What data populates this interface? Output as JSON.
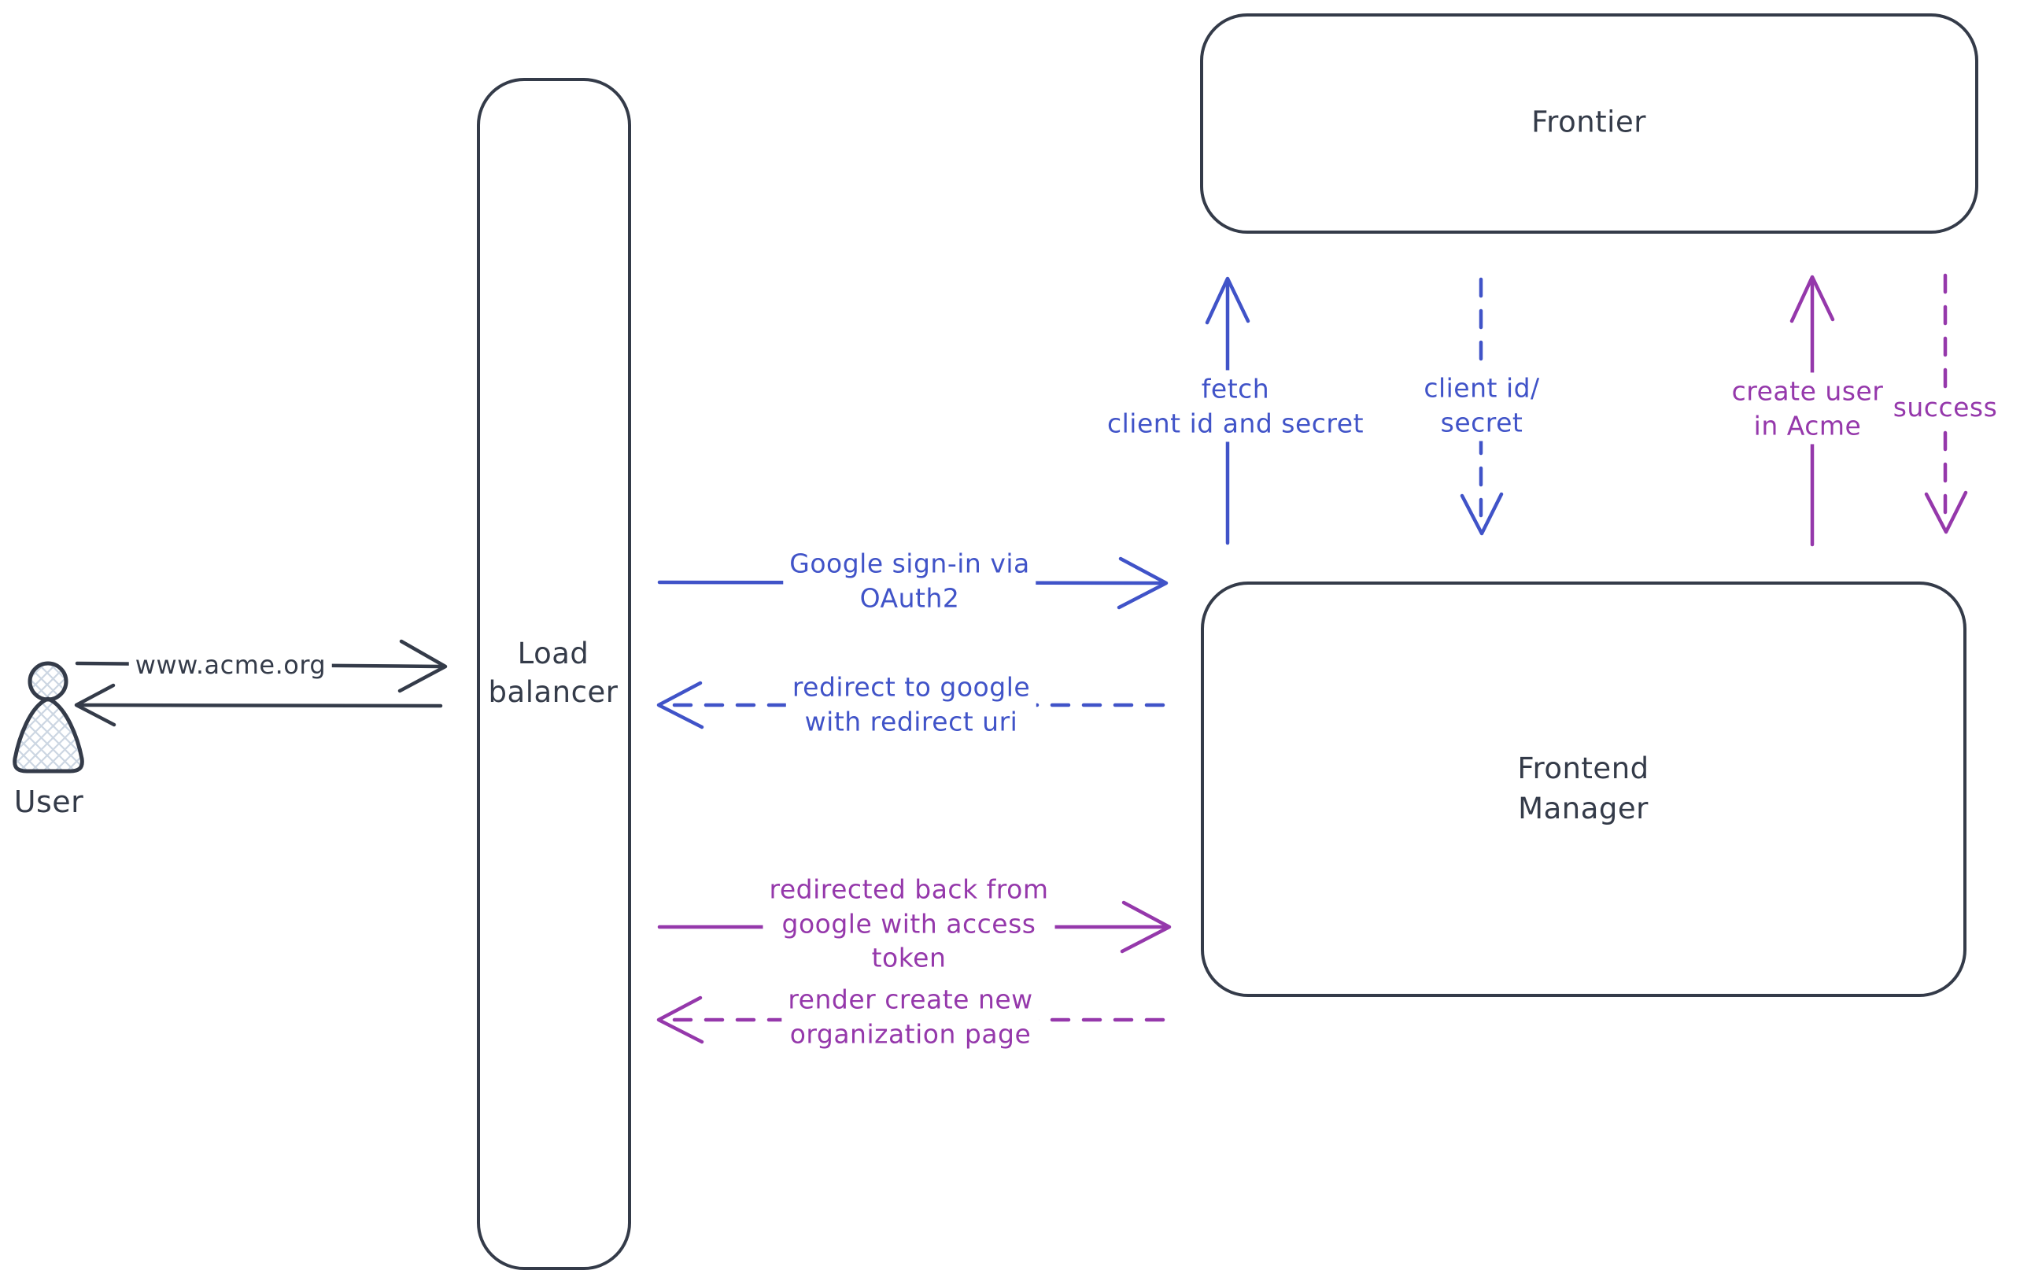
{
  "colors": {
    "ink": "#343b49",
    "blue": "#4053c8",
    "purple": "#9538ab",
    "hatch": "#ccd6e2",
    "bg": "#ffffff"
  },
  "nodes": {
    "user": {
      "label": "User",
      "icon": "person-figure"
    },
    "load_balancer": {
      "lines": [
        "Load",
        "balancer"
      ]
    },
    "frontier": {
      "label": "Frontier"
    },
    "frontend_manager": {
      "lines": [
        "Frontend",
        "Manager"
      ]
    }
  },
  "edges": {
    "visit": {
      "from": "user",
      "to": "load_balancer",
      "style": "solid",
      "color": "ink",
      "label": "www.acme.org"
    },
    "visit_response": {
      "from": "load_balancer",
      "to": "user",
      "style": "solid",
      "color": "ink"
    },
    "google_signin": {
      "from": "load_balancer",
      "to": "frontend_manager",
      "style": "solid",
      "color": "blue",
      "lines": [
        "Google sign-in via",
        "OAuth2"
      ]
    },
    "redirect_google": {
      "from": "frontend_manager",
      "to": "load_balancer",
      "style": "dashed",
      "color": "blue",
      "lines": [
        "redirect to google",
        "with redirect uri"
      ]
    },
    "fetch_credentials": {
      "from": "frontend_manager",
      "to": "frontier",
      "style": "solid",
      "color": "blue",
      "lines": [
        "fetch",
        "client id and secret"
      ]
    },
    "return_credentials": {
      "from": "frontier",
      "to": "frontend_manager",
      "style": "dashed",
      "color": "blue",
      "lines": [
        "client id/",
        "secret"
      ]
    },
    "create_user": {
      "from": "frontend_manager",
      "to": "frontier",
      "style": "solid",
      "color": "purple",
      "lines": [
        "create user",
        "in Acme"
      ]
    },
    "create_user_success": {
      "from": "frontier",
      "to": "frontend_manager",
      "style": "dashed",
      "color": "purple",
      "label": "success"
    },
    "redirected_back": {
      "from": "load_balancer",
      "to": "frontend_manager",
      "style": "solid",
      "color": "purple",
      "lines": [
        "redirected back from",
        "google with access",
        "token"
      ]
    },
    "render_page": {
      "from": "frontend_manager",
      "to": "load_balancer",
      "style": "dashed",
      "color": "purple",
      "lines": [
        "render create new",
        "organization page"
      ]
    }
  }
}
